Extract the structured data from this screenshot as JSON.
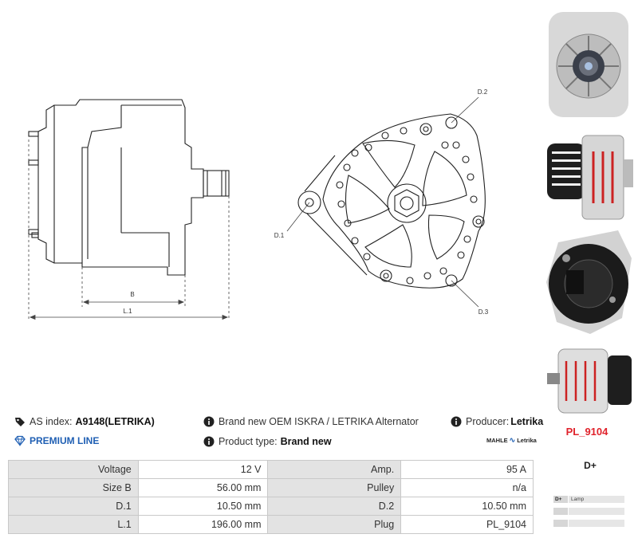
{
  "drawing": {
    "label_b": "B",
    "label_l1": "L.1",
    "label_d1": "D.1",
    "label_d2": "D.2",
    "label_d3": "D.3"
  },
  "info": {
    "as_index_label": "AS index:",
    "as_index_value": "A9148(LETRIKA)",
    "description": "Brand new OEM ISKRA / LETRIKA Alternator",
    "producer_label": "Producer:",
    "producer_value": "Letrika",
    "premium_line": "PREMIUM LINE",
    "product_type_label": "Product type:",
    "product_type_value": "Brand new",
    "brand_logo_left": "MAHLE",
    "brand_logo_right": "Letrika"
  },
  "plug_code": "PL_9104",
  "specs": [
    {
      "k1": "Voltage",
      "v1": "12 V",
      "k2": "Amp.",
      "v2": "95 A"
    },
    {
      "k1": "Size B",
      "v1": "56.00 mm",
      "k2": "Pulley",
      "v2": "n/a"
    },
    {
      "k1": "D.1",
      "v1": "10.50 mm",
      "k2": "D.2",
      "v2": "10.50 mm"
    },
    {
      "k1": "L.1",
      "v1": "196.00 mm",
      "k2": "Plug",
      "v2": "PL_9104"
    }
  ],
  "pinout": {
    "title": "D+",
    "rows": [
      {
        "code": "D+",
        "desc": "Lamp"
      },
      {
        "code": "",
        "desc": ""
      },
      {
        "code": "",
        "desc": ""
      }
    ]
  }
}
